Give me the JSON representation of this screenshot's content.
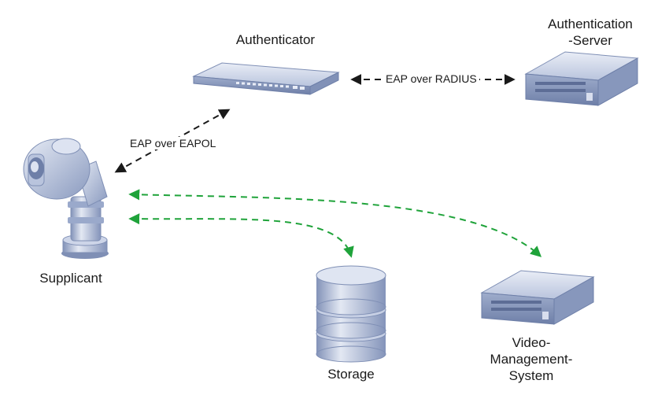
{
  "diagram": {
    "nodes": [
      {
        "id": "authenticator",
        "label": "Authenticator",
        "icon": "network-switch-icon"
      },
      {
        "id": "authentication-server",
        "label_lines": [
          "Authentication",
          "-Server"
        ],
        "icon": "rack-server-icon"
      },
      {
        "id": "supplicant",
        "label": "Supplicant",
        "icon": "ptz-camera-icon"
      },
      {
        "id": "storage",
        "label": "Storage",
        "icon": "database-icon"
      },
      {
        "id": "vms",
        "label_lines": [
          "Video-",
          "Management-",
          "System"
        ],
        "icon": "rack-server-icon"
      }
    ],
    "edges": [
      {
        "from": "authenticator",
        "to": "authentication-server",
        "label": "EAP over RADIUS",
        "style": "dashed",
        "color": "#1a1a1a",
        "direction": "both"
      },
      {
        "from": "supplicant",
        "to": "authenticator",
        "label": "EAP over EAPOL",
        "style": "dashed",
        "color": "#1a1a1a",
        "direction": "both"
      },
      {
        "from": "supplicant",
        "to": "vms",
        "label": "",
        "style": "dashed",
        "color": "#1fa33a",
        "direction": "both"
      },
      {
        "from": "supplicant",
        "to": "storage",
        "label": "",
        "style": "dashed",
        "color": "#1fa33a",
        "direction": "both"
      }
    ]
  },
  "colors": {
    "black_link": "#1a1a1a",
    "green_link": "#1fa33a",
    "device_body": "#a9b6d3",
    "device_dark": "#7f8fb5",
    "device_light": "#dde3f1"
  }
}
